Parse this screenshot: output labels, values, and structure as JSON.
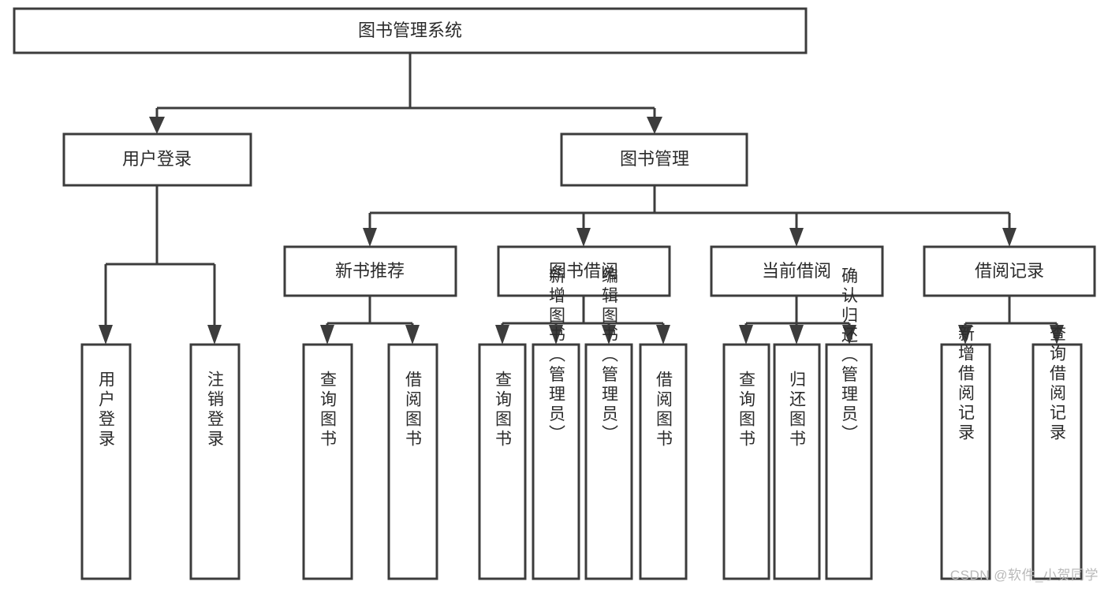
{
  "diagram": {
    "type": "tree-hierarchy-chart",
    "title": "图书管理系统",
    "watermark": "CSDN @软件_小贺同学",
    "colors": {
      "background": "#ffffff",
      "box_fill": "#ffffff",
      "box_stroke": "#3c3c3c",
      "text": "#2b2b2b",
      "watermark": "#b9b9b9"
    },
    "levels": [
      {
        "level": 0,
        "nodes": [
          {
            "id": "root",
            "label": "图书管理系统",
            "orientation": "horizontal"
          }
        ]
      },
      {
        "level": 1,
        "nodes": [
          {
            "id": "login",
            "label": "用户登录",
            "orientation": "horizontal",
            "parent": "root"
          },
          {
            "id": "bookmgmt",
            "label": "图书管理",
            "orientation": "horizontal",
            "parent": "root"
          }
        ]
      },
      {
        "level": 2,
        "nodes": [
          {
            "id": "newbook",
            "label": "新书推荐",
            "orientation": "horizontal",
            "parent": "bookmgmt"
          },
          {
            "id": "borrow",
            "label": "图书借阅",
            "orientation": "horizontal",
            "parent": "bookmgmt"
          },
          {
            "id": "current",
            "label": "当前借阅",
            "orientation": "horizontal",
            "parent": "bookmgmt"
          },
          {
            "id": "records",
            "label": "借阅记录",
            "orientation": "horizontal",
            "parent": "bookmgmt"
          }
        ]
      },
      {
        "level": 3,
        "nodes": [
          {
            "id": "leaf1",
            "label": "用户登录",
            "orientation": "vertical",
            "parent": "login"
          },
          {
            "id": "leaf2",
            "label": "注销登录",
            "orientation": "vertical",
            "parent": "login"
          },
          {
            "id": "leaf3",
            "label": "查询图书",
            "orientation": "vertical",
            "parent": "newbook"
          },
          {
            "id": "leaf4",
            "label": "借阅图书",
            "orientation": "vertical",
            "parent": "newbook"
          },
          {
            "id": "leaf5",
            "label": "查询图书",
            "orientation": "vertical",
            "parent": "borrow"
          },
          {
            "id": "leaf6",
            "label": "新增图书（管理员）",
            "orientation": "vertical",
            "parent": "borrow"
          },
          {
            "id": "leaf7",
            "label": "编辑图书（管理员）",
            "orientation": "vertical",
            "parent": "borrow"
          },
          {
            "id": "leaf8",
            "label": "借阅图书",
            "orientation": "vertical",
            "parent": "borrow"
          },
          {
            "id": "leaf9",
            "label": "查询图书",
            "orientation": "vertical",
            "parent": "current"
          },
          {
            "id": "leaf10",
            "label": "归还图书",
            "orientation": "vertical",
            "parent": "current"
          },
          {
            "id": "leaf11",
            "label": "确认归还（管理员）",
            "orientation": "vertical",
            "parent": "current"
          },
          {
            "id": "leaf12",
            "label": "新增借阅记录",
            "orientation": "vertical",
            "parent": "records"
          },
          {
            "id": "leaf13",
            "label": "查询借阅记录",
            "orientation": "vertical",
            "parent": "records"
          }
        ]
      }
    ]
  }
}
